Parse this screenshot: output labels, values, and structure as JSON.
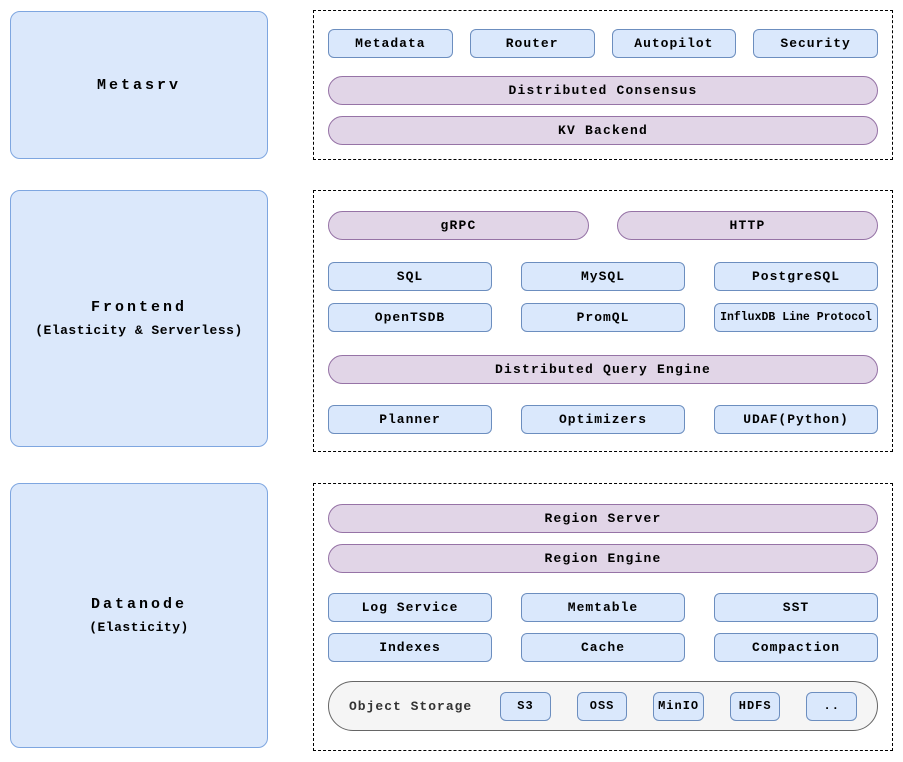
{
  "colors": {
    "chip_fill": "#dae8fc",
    "chip_border": "#6c8ebf",
    "pill_fill": "#e1d5e7",
    "pill_border": "#9673a6",
    "panel_fill": "#dbe8fb",
    "panel_border": "#7ea6e0",
    "storage_fill": "#f5f5f5",
    "storage_border": "#666666"
  },
  "metasrv": {
    "title": "Metasrv",
    "chips": [
      "Metadata",
      "Router",
      "Autopilot",
      "Security"
    ],
    "pills": [
      "Distributed Consensus",
      "KV Backend"
    ]
  },
  "frontend": {
    "title": "Frontend",
    "subtitle": "(Elasticity & Serverless)",
    "protocol_pills": [
      "gRPC",
      "HTTP"
    ],
    "chips_row1": [
      "SQL",
      "MySQL",
      "PostgreSQL"
    ],
    "chips_row2": [
      "OpenTSDB",
      "PromQL",
      "InfluxDB Line Protocol"
    ],
    "engine_pill": "Distributed Query Engine",
    "chips_row3": [
      "Planner",
      "Optimizers",
      "UDAF(Python)"
    ]
  },
  "datanode": {
    "title": "Datanode",
    "subtitle": "(Elasticity)",
    "pills": [
      "Region Server",
      "Region Engine"
    ],
    "chips_row1": [
      "Log Service",
      "Memtable",
      "SST"
    ],
    "chips_row2": [
      "Indexes",
      "Cache",
      "Compaction"
    ],
    "object_storage": {
      "label": "Object Storage",
      "options": [
        "S3",
        "OSS",
        "MinIO",
        "HDFS",
        ".."
      ]
    }
  }
}
